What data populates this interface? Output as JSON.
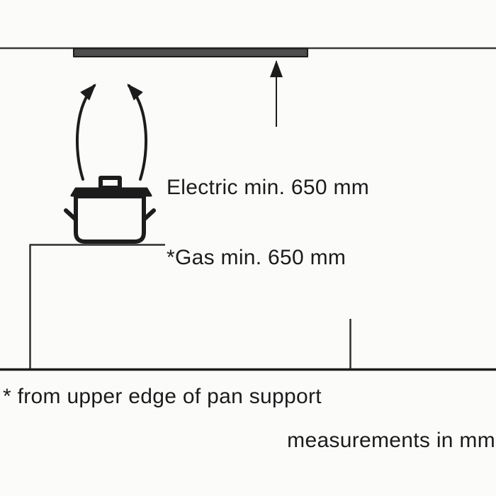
{
  "labels": {
    "electric": "Electric min. 650 mm",
    "gas": "*Gas min. 650 mm",
    "footnote": "* from upper edge of pan support",
    "units": "measurements in mm"
  },
  "colors": {
    "ink": "#1c1c1c",
    "ceiling_line": "#3a3a3a",
    "hood_fill": "#4d4d4d",
    "hood_border": "#1c1c1c",
    "counter_line": "#2e2e2e",
    "background": "#fbfbfa"
  }
}
